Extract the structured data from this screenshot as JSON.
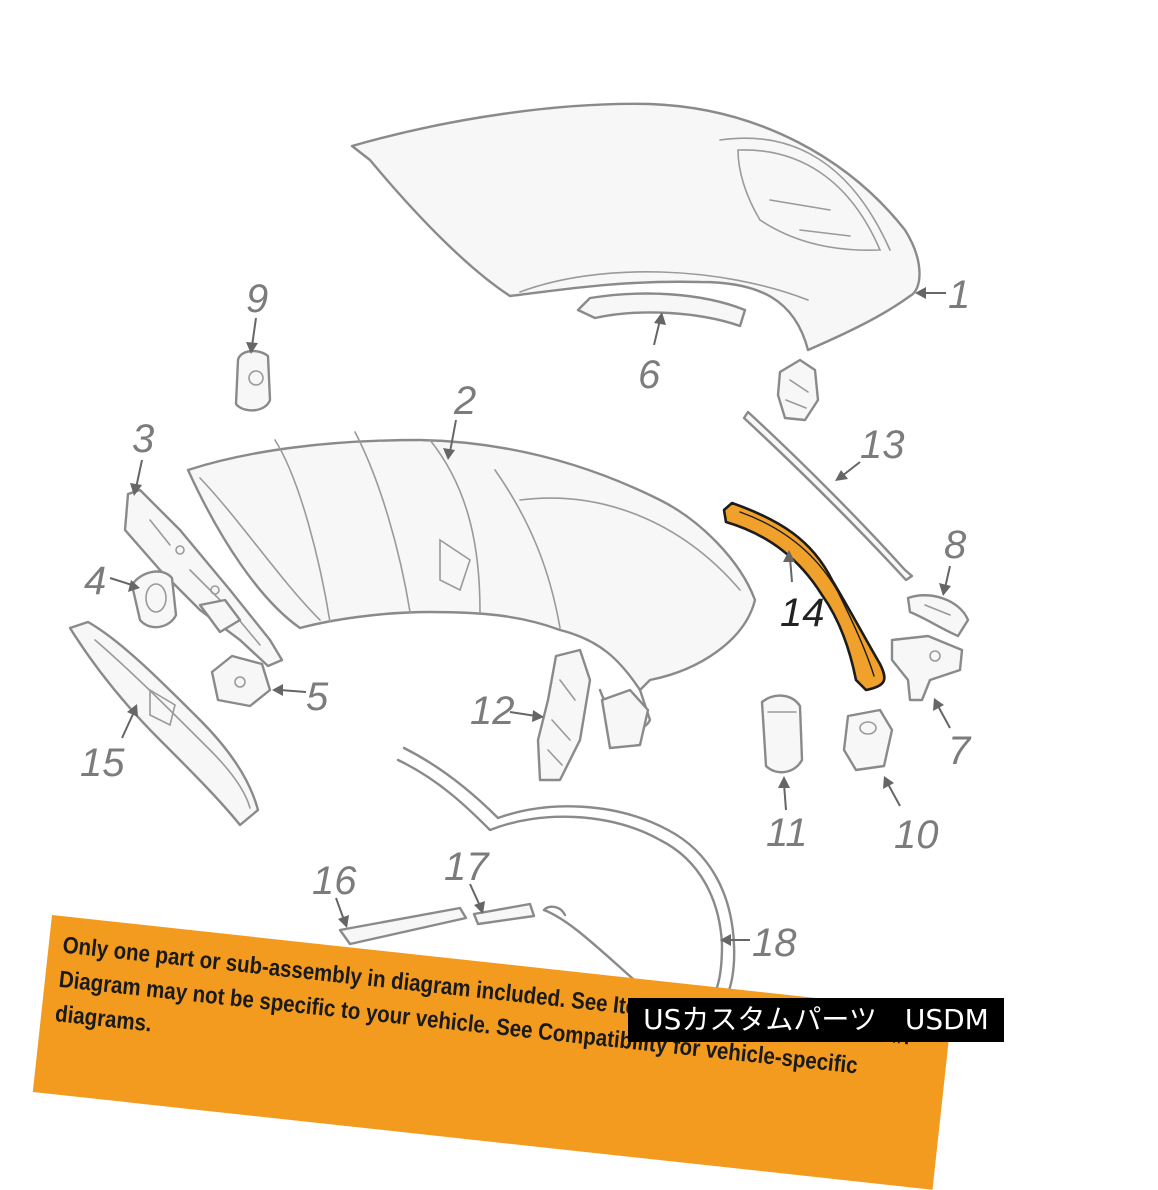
{
  "diagram": {
    "highlight_color": "#f0a12b",
    "callouts": [
      "1",
      "2",
      "3",
      "4",
      "5",
      "6",
      "7",
      "8",
      "9",
      "10",
      "11",
      "12",
      "13",
      "14",
      "15",
      "16",
      "17",
      "18"
    ],
    "highlighted_part": "14"
  },
  "disclaimer": {
    "line1": "Only one part or sub-assembly in diagram included. See Item Specifics for Reference #.",
    "line2": "Diagram may not be specific to your vehicle. See Compatibility for vehicle-specific diagrams.",
    "background": "#f29b1f"
  },
  "watermark": {
    "text": "USカスタムパーツ　USDM"
  }
}
